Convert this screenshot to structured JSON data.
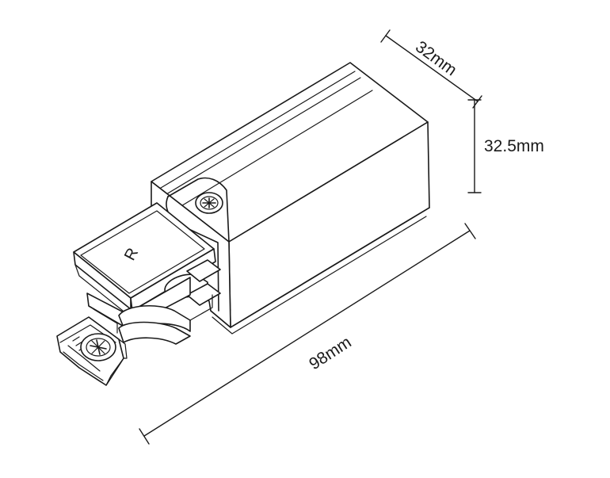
{
  "diagram": {
    "dimensions": {
      "depth": "32mm",
      "height": "32.5mm",
      "length": "98mm"
    },
    "part_marking": "R"
  }
}
